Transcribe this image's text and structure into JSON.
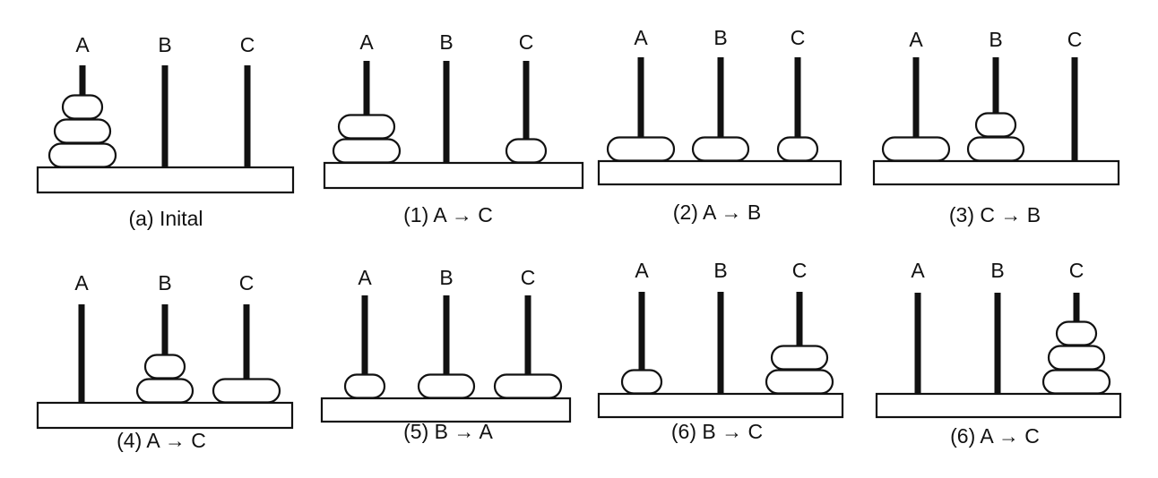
{
  "peg_names": [
    "A",
    "B",
    "C"
  ],
  "disk_sizes": [
    "small",
    "medium",
    "large"
  ],
  "colors": {
    "ink": "#111111",
    "paper": "#ffffff"
  },
  "states": [
    {
      "caption": "(a) Inital",
      "pegs": [
        [
          "large",
          "medium",
          "small"
        ],
        [],
        []
      ]
    },
    {
      "caption": "(1) A → C",
      "pegs": [
        [
          "large",
          "medium"
        ],
        [],
        [
          "small"
        ]
      ]
    },
    {
      "caption": "(2) A → B",
      "pegs": [
        [
          "large"
        ],
        [
          "medium"
        ],
        [
          "small"
        ]
      ]
    },
    {
      "caption": "(3) C → B",
      "pegs": [
        [
          "large"
        ],
        [
          "medium",
          "small"
        ],
        []
      ]
    },
    {
      "caption": "(4) A → C",
      "pegs": [
        [],
        [
          "medium",
          "small"
        ],
        [
          "large"
        ]
      ]
    },
    {
      "caption": "(5) B → A",
      "pegs": [
        [
          "small"
        ],
        [
          "medium"
        ],
        [
          "large"
        ]
      ]
    },
    {
      "caption": "(6) B → C",
      "pegs": [
        [
          "small"
        ],
        [],
        [
          "large",
          "medium"
        ]
      ]
    },
    {
      "caption": "(6) A → C",
      "pegs": [
        [],
        [],
        [
          "large",
          "medium",
          "small"
        ]
      ]
    }
  ]
}
